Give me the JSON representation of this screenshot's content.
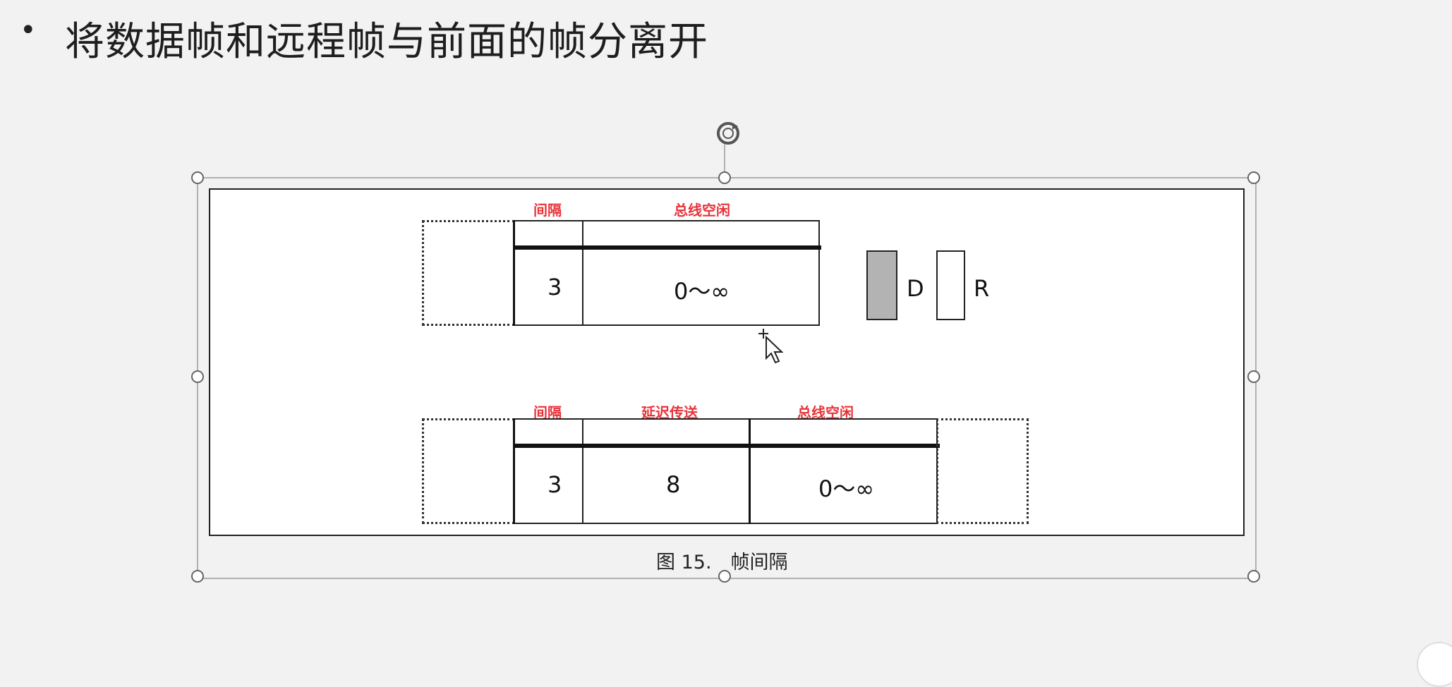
{
  "slide": {
    "bullet": "•",
    "heading": "将数据帧和远程帧与前面的帧分离开"
  },
  "diagram": {
    "top": {
      "labels": {
        "interval": "间隔",
        "bus_idle": "总线空闲"
      },
      "cells": {
        "interval_value": "3",
        "bus_idle_value": "0～∞"
      }
    },
    "legend": {
      "data_frame": "D",
      "remote_frame": "R",
      "data_color": "#b3b3b3",
      "remote_color": "#ffffff"
    },
    "bottom": {
      "labels": {
        "interval": "间隔",
        "delay": "延迟传送",
        "bus_idle": "总线空闲"
      },
      "cells": {
        "interval_value": "3",
        "delay_value": "8",
        "bus_idle_value": "0～∞"
      }
    },
    "caption": "图 15.　帧间隔"
  },
  "colors": {
    "accent_red": "#e8333a",
    "background": "#f2f2f2"
  }
}
